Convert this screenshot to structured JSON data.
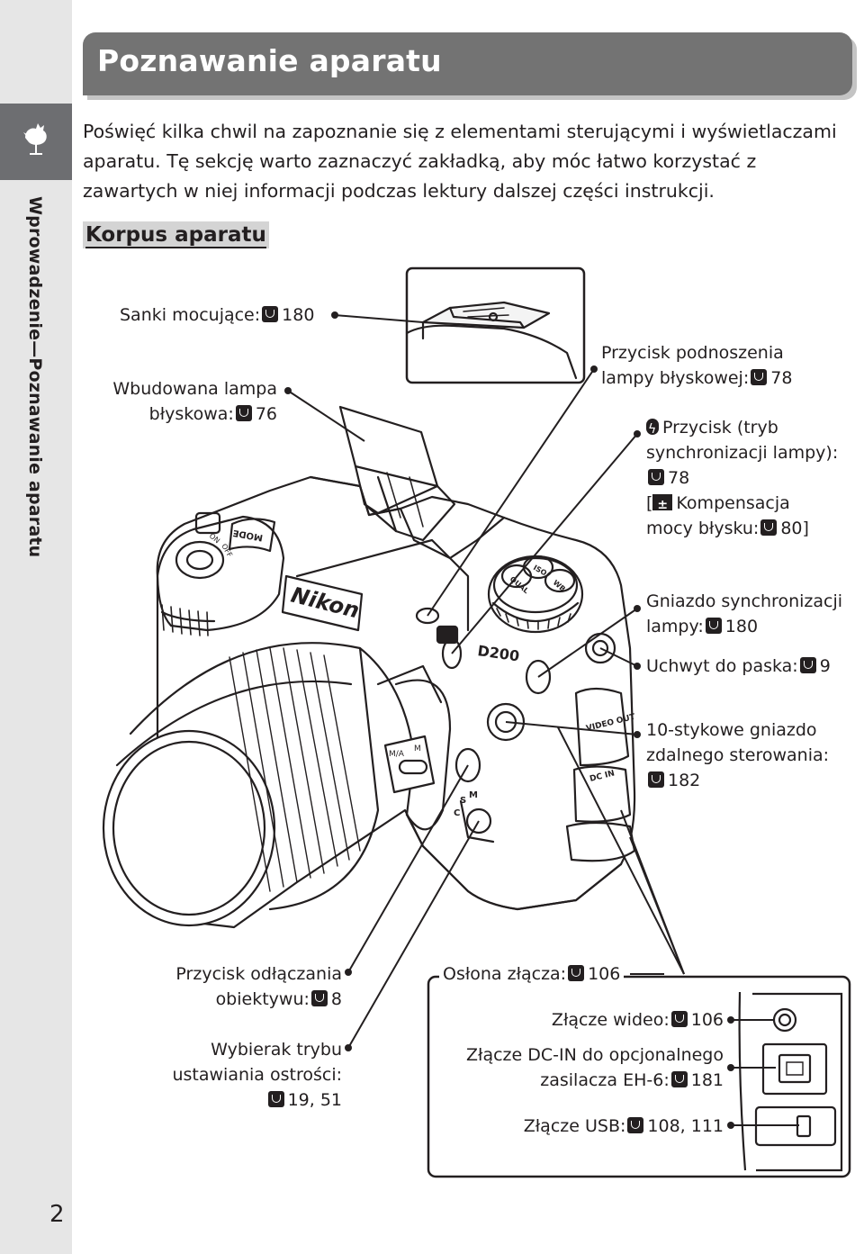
{
  "page": {
    "number": "2",
    "sidebar_label": "Wprowadzenie—Poznawanie aparatu",
    "sidebar_icon": "rooster-icon"
  },
  "header": {
    "title": "Poznawanie aparatu"
  },
  "intro": {
    "text": "Poświęć kilka chwil na zapoznanie się z elementami sterującymi i wyświetlaczami aparatu. Tę sekcję warto zaznaczyć zakładką, aby móc łatwo korzystać z zawartych w niej informacji podczas lektury dalszej części instrukcji."
  },
  "section": {
    "title": "Korpus aparatu"
  },
  "labels": {
    "hot_shoe": {
      "text": "Sanki mocujące:",
      "page": "180"
    },
    "builtin_flash_1": "Wbudowana lampa",
    "builtin_flash_2": {
      "text": "błyskowa:",
      "page": "76"
    },
    "flash_pop_1": "Przycisk podnoszenia",
    "flash_pop_2": {
      "text": "lampy błyskowej:",
      "page": "78"
    },
    "flash_mode_1": "Przycisk (tryb",
    "flash_mode_2": "synchronizacji lampy):",
    "flash_mode_3": {
      "page": "78"
    },
    "flash_comp_1": "Kompensacja",
    "flash_comp_prefix": "[",
    "flash_comp_2": {
      "text": "mocy błysku:",
      "page": "80]"
    },
    "sync_1": "Gniazdo synchronizacji",
    "sync_2": {
      "text": "lampy:",
      "page": "180"
    },
    "strap": {
      "text": "Uchwyt do paska:",
      "page": "9"
    },
    "remote_1": "10-stykowe gniazdo",
    "remote_2": "zdalnego sterowania:",
    "remote_3": {
      "page": "182"
    },
    "lens_release_1": "Przycisk odłączania",
    "lens_release_2": {
      "text": "obiektywu:",
      "page": "8"
    },
    "focus_mode_1": "Wybierak trybu",
    "focus_mode_2": "ustawiania ostrości:",
    "focus_mode_3": {
      "page": "19, 51"
    },
    "connector_cover": {
      "text": "Osłona złącza:",
      "page": "106"
    },
    "video_out": {
      "text": "Złącze wideo:",
      "page": "106"
    },
    "dc_in_1": "Złącze DC-IN do opcjonalnego",
    "dc_in_2": {
      "text": "zasilacza EH-6:",
      "page": "181"
    },
    "usb": {
      "text": "Złącze USB:",
      "page": "108, 111"
    }
  },
  "camera_markings": {
    "brand": "Nikon",
    "model": "D200",
    "mode_button": "MODE",
    "off": "OFF",
    "on": "ON",
    "video_out": "VIDEO OUT",
    "dc_in": "DC IN",
    "lens_switch_ma": "M/A",
    "lens_switch_m": "M",
    "focus_s": "S",
    "focus_m": "M",
    "focus_c": "C",
    "qual": "QUAL",
    "iso": "ISO",
    "wb": "WB"
  }
}
